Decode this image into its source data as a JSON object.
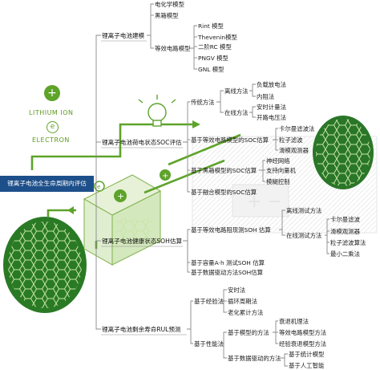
{
  "legend": {
    "lithium_ion": "LITHIUM ION",
    "electron": "ELECTRON",
    "ion_symbol": "+",
    "electron_symbol": "e"
  },
  "root": "锂离子电池全生命周期内评估",
  "branches": {
    "model": {
      "label": "锂离子电池建模",
      "electrochemical": "电化学模型",
      "blackbox": "黑箱模型",
      "equivalent_circuit": "等效电路模型",
      "ec_models": [
        "Rint 模型",
        "Thevenin模型",
        "二阶RC 模型",
        "PNGV 模型",
        "GNL 模型"
      ]
    },
    "soc": {
      "label": "锂离子电池荷电状态SOC评估",
      "traditional": "传统方法",
      "offline": "离线方法",
      "offline_items": [
        "负载放电法",
        "内阻法"
      ],
      "online": "在线方法",
      "online_items": [
        "安时计量法",
        "开路电压法"
      ],
      "ec_based": "基于等效电路模型的SOC估算",
      "ec_items": [
        "卡尔曼滤波法",
        "粒子滤波",
        "滑模观测器"
      ],
      "blackbox_based": "基于黑箱模型的SOC估算",
      "blackbox_items": [
        "神经网络",
        "支持向量机",
        "模糊控制"
      ],
      "fusion_based": "基于融合模型的SOC估算"
    },
    "soh": {
      "label": "锂离子电池健康状态SOH估算",
      "ec_based": "基于等效电路阻现测SOH 估算",
      "offline_test": "离线测试方法",
      "online_test": "在线测试方法",
      "online_items": [
        "卡尔曼滤波",
        "滑模观测器",
        "粒子滤波算法",
        "最小二乘法"
      ],
      "capacity": "基于容量A·h 测试SOH 估算",
      "data_driven": "基于数据驱动方法SOH估算"
    },
    "rul": {
      "label": "锂离子电池剩余寿命RUL预测",
      "experience": "基于经验法",
      "exp_items": [
        "安时法",
        "循环周期法",
        "老化累计方法"
      ],
      "performance": "基于性能法",
      "model_based": "基于模型的方法",
      "model_items": [
        "衰退机理法",
        "等效电路模型方法",
        "经验衰退模型方法"
      ],
      "data_based": "基于数据驱动的方法",
      "data_items": [
        "基于统计模型",
        "基于人工智能"
      ]
    }
  }
}
